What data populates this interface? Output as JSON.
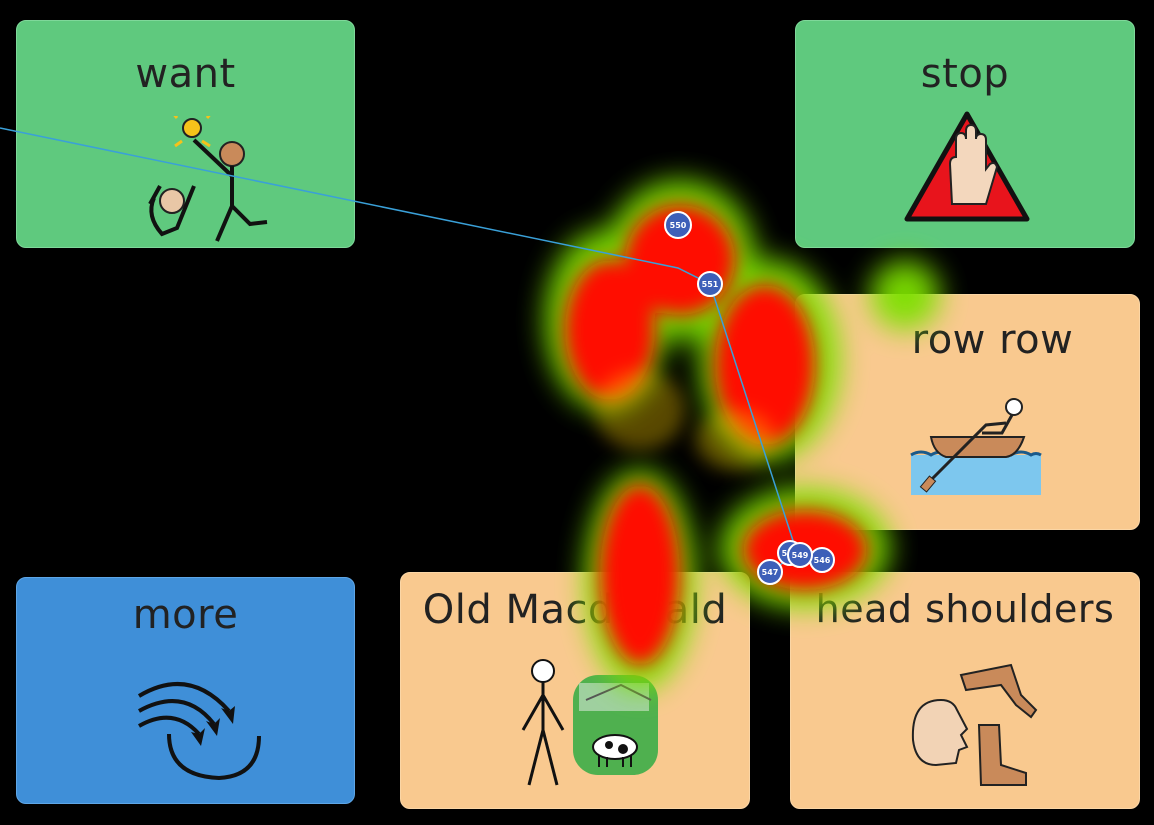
{
  "tiles": {
    "want": "want",
    "stop": "stop",
    "row_row": "row row",
    "more": "more",
    "old_macdonald": "Old Macdonald",
    "head_shoulders": "head shoulders"
  },
  "fixations": [
    {
      "id": "550"
    },
    {
      "id": "551"
    },
    {
      "id": "547"
    },
    {
      "id": "548"
    },
    {
      "id": "549"
    },
    {
      "id": "546"
    }
  ],
  "colors": {
    "core_tile": "#5fc97e",
    "more_tile": "#3f8fd8",
    "song_tile": "#f9c98f",
    "heat_high": "#ff0000",
    "heat_low": "#66dd00",
    "gaze_path": "#3aa0d8"
  }
}
